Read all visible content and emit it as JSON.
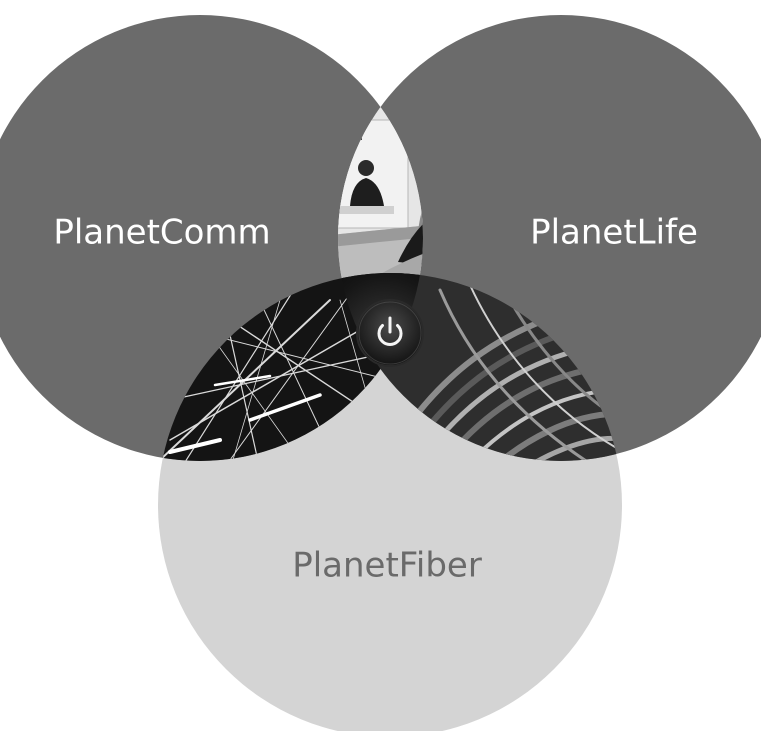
{
  "diagram": {
    "circles": [
      {
        "id": "comm",
        "label": "PlanetComm",
        "color": "#6b6b6b"
      },
      {
        "id": "life",
        "label": "PlanetLife",
        "color": "#6b6b6b"
      },
      {
        "id": "fiber",
        "label": "PlanetFiber",
        "color": "#d4d4d4"
      }
    ],
    "center_icon": "power-icon",
    "overlap_images": {
      "comm_life": "video-conference-photo",
      "comm_fiber": "light-streaks-photo",
      "life_fiber": "fiber-cables-photo"
    }
  }
}
